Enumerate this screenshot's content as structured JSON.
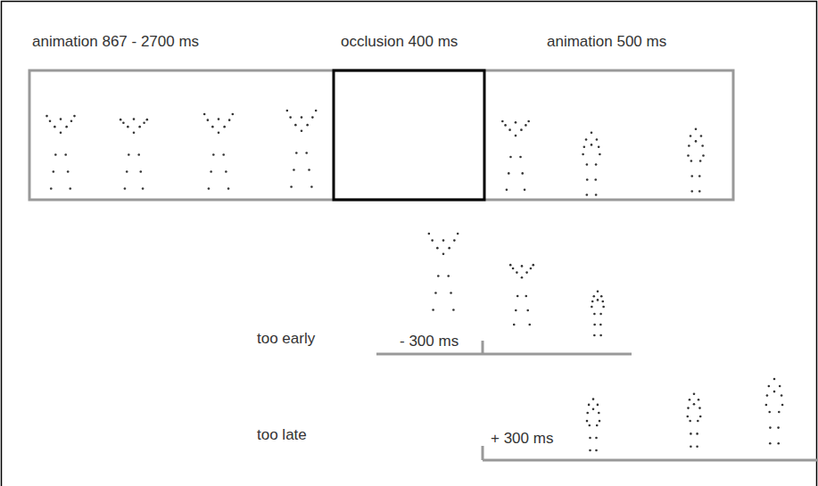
{
  "diagram": {
    "labels": [
      "animation 867 - 2700 ms",
      "occlusion 400 ms",
      "animation 500 ms",
      "too early",
      "- 300 ms",
      "too late",
      "+ 300 ms"
    ]
  }
}
